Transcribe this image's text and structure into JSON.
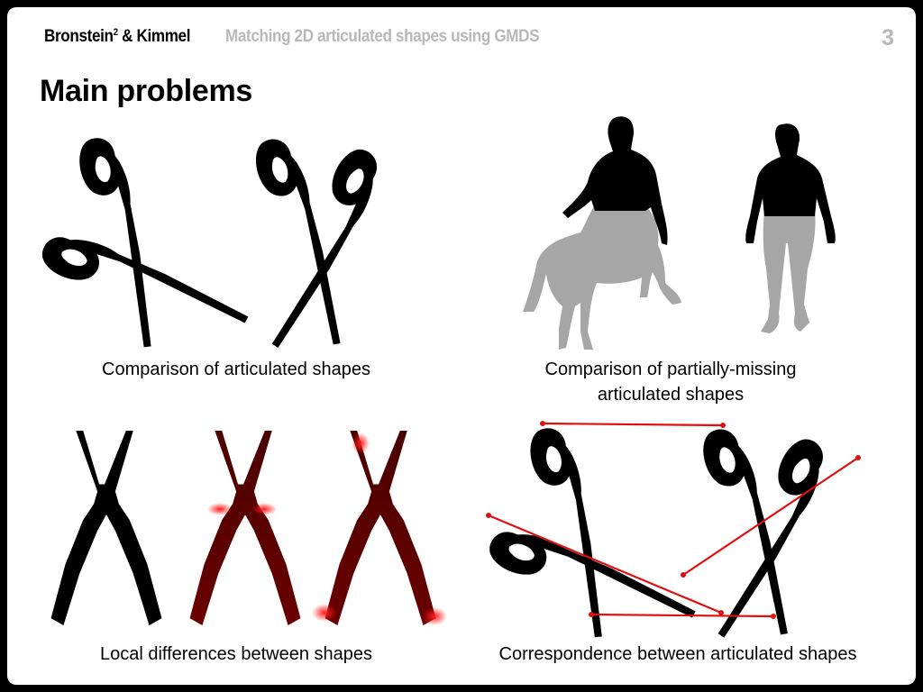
{
  "header": {
    "author_main": "Bronstein",
    "author_sup": "2",
    "author_rest": " & Kimmel",
    "subtitle": "Matching 2D articulated shapes using GMDS",
    "page_number": "3"
  },
  "title": "Main problems",
  "captions": {
    "q1": "Comparison of articulated shapes",
    "q2_line1": "Comparison of partially-missing",
    "q2_line2": "articulated shapes",
    "q3": "Local differences between shapes",
    "q4": "Correspondence between articulated shapes"
  },
  "colors": {
    "silhouette": "#000000",
    "missing_part": "#a6a6a6",
    "correspondence_line": "#e01010",
    "highlight": "#ff1a1a",
    "header_gray": "#b8b8b8"
  }
}
